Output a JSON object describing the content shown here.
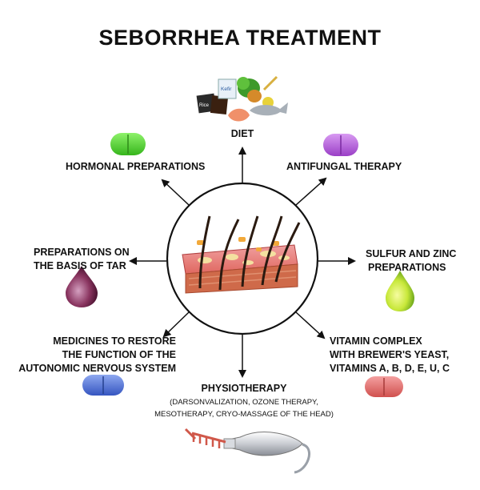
{
  "title": "SEBORRHEA TREATMENT",
  "items": {
    "diet": "DIET",
    "hormonal": "HORMONAL PREPARATIONS",
    "antifungal": "ANTIFUNGAL THERAPY",
    "tar": [
      "PREPARATIONS ON",
      "THE BASIS OF TAR"
    ],
    "sulfur_zinc": [
      "SULFUR AND ZINC",
      "PREPARATIONS"
    ],
    "autonomic": [
      "MEDICINES TO RESTORE",
      "THE FUNCTION OF THE",
      "AUTONOMIC NERVOUS SYSTEM"
    ],
    "vitamin": [
      "VITAMIN COMPLEX",
      "WITH BREWER'S YEAST,",
      "VITAMINS A, B, D, E, U, C"
    ],
    "physiotherapy": "PHYSIOTHERAPY",
    "physiotherapy_details": [
      "(DARSONVALIZATION, OZONE THERAPY,",
      "MESOTHERAPY, CRYO-MASSAGE OF THE HEAD)"
    ]
  },
  "food_labels": {
    "kefir": "Kefir",
    "rice": "Rice"
  },
  "colors": {
    "hormonal_pill": "#5ad63a",
    "antifungal_pill": "#b05ad8",
    "tar_drop": "#8a3560",
    "sulfur_drop": "#b8e23a",
    "autonomic_pill": "#4c6fd1",
    "vitamin_pill": "#e06a6a"
  }
}
